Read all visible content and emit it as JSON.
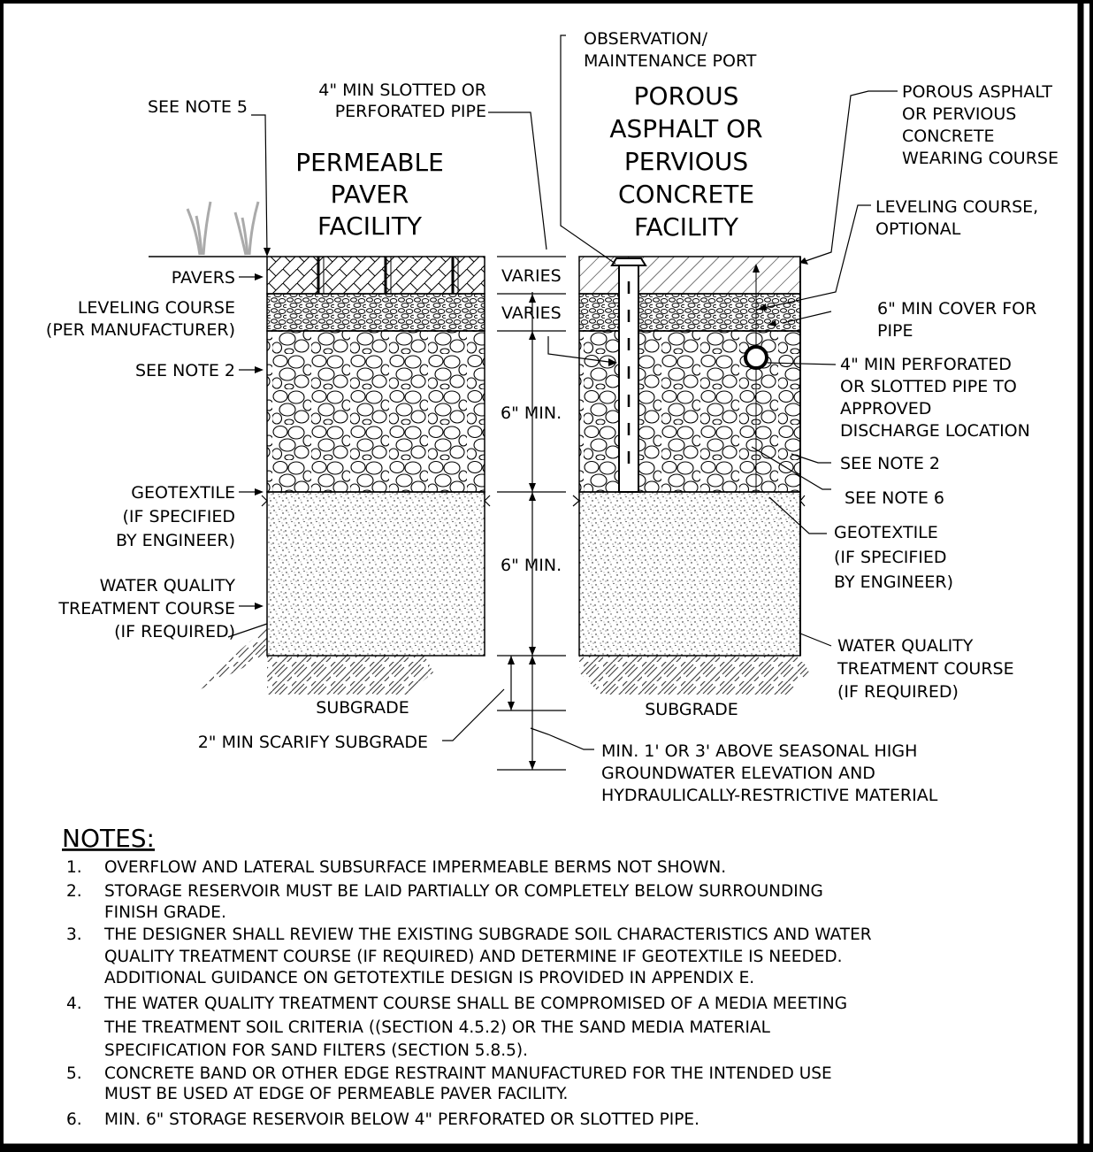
{
  "left_section": {
    "title": [
      "PERMEABLE",
      "PAVER",
      "FACILITY"
    ],
    "labels": {
      "see_note_5": "SEE NOTE 5",
      "pavers": "PAVERS",
      "leveling_course": [
        "LEVELING COURSE",
        "(PER MANUFACTURER)"
      ],
      "see_note_2": "SEE NOTE 2",
      "geotextile": [
        "GEOTEXTILE",
        "(IF SPECIFIED",
        "BY ENGINEER)"
      ],
      "wq_course": [
        "WATER QUALITY",
        "TREATMENT COURSE",
        "(IF REQUIRED)"
      ],
      "subgrade": "SUBGRADE"
    }
  },
  "center_dims": {
    "pipe_label": [
      "4\" MIN SLOTTED OR",
      "PERFORATED PIPE"
    ],
    "varies_1": "VARIES",
    "varies_2": "VARIES",
    "min_6_a": "6\" MIN.",
    "min_6_b": "6\" MIN.",
    "scarify": "2\" MIN SCARIFY SUBGRADE",
    "groundwater": [
      "MIN. 1' OR 3' ABOVE SEASONAL HIGH",
      "GROUNDWATER ELEVATION AND",
      "HYDRAULICALLY-RESTRICTIVE MATERIAL"
    ]
  },
  "right_section": {
    "title": [
      "POROUS",
      "ASPHALT OR",
      "PERVIOUS",
      "CONCRETE",
      "FACILITY"
    ],
    "labels": {
      "obs_port": [
        "OBSERVATION/",
        "MAINTENANCE PORT"
      ],
      "wearing_course": [
        "POROUS ASPHALT",
        "OR PERVIOUS",
        "CONCRETE",
        "WEARING COURSE"
      ],
      "leveling_optional": [
        "LEVELING COURSE,",
        "OPTIONAL"
      ],
      "cover_pipe": [
        "6\" MIN COVER FOR",
        "PIPE"
      ],
      "perf_pipe": [
        "4\" MIN PERFORATED",
        "OR SLOTTED PIPE TO",
        "APPROVED",
        "DISCHARGE LOCATION"
      ],
      "see_note_2": "SEE NOTE 2",
      "see_note_6": "SEE NOTE 6",
      "geotextile": [
        "GEOTEXTILE",
        "(IF SPECIFIED",
        "BY ENGINEER)"
      ],
      "wq_course": [
        "WATER QUALITY",
        "TREATMENT COURSE",
        "(IF REQUIRED)"
      ],
      "subgrade": "SUBGRADE"
    }
  },
  "notes": {
    "title": "NOTES:",
    "items": [
      {
        "num": "1.",
        "lines": [
          "OVERFLOW AND LATERAL SUBSURFACE IMPERMEABLE BERMS NOT SHOWN."
        ]
      },
      {
        "num": "2.",
        "lines": [
          "STORAGE RESERVOIR MUST BE LAID PARTIALLY OR COMPLETELY BELOW SURROUNDING",
          "FINISH GRADE."
        ]
      },
      {
        "num": "3.",
        "lines": [
          "THE DESIGNER SHALL REVIEW THE EXISTING SUBGRADE SOIL CHARACTERISTICS AND WATER",
          "QUALITY TREATMENT COURSE (IF REQUIRED) AND DETERMINE IF GEOTEXTILE IS NEEDED.",
          "ADDITIONAL GUIDANCE ON GETOTEXTILE DESIGN IS PROVIDED IN APPENDIX E."
        ]
      },
      {
        "num": "4.",
        "lines": [
          "THE WATER QUALITY TREATMENT COURSE SHALL BE COMPROMISED OF A MEDIA MEETING",
          "THE TREATMENT SOIL CRITERIA ((SECTION 4.5.2) OR THE SAND MEDIA MATERIAL",
          "SPECIFICATION FOR SAND FILTERS (SECTION 5.8.5)."
        ]
      },
      {
        "num": "5.",
        "lines": [
          "CONCRETE BAND OR OTHER EDGE RESTRAINT MANUFACTURED FOR THE INTENDED USE",
          "MUST BE USED AT EDGE OF PERMEABLE PAVER FACILITY."
        ]
      },
      {
        "num": "6.",
        "lines": [
          "MIN. 6\" STORAGE RESERVOIR BELOW 4\" PERFORATED OR SLOTTED PIPE."
        ]
      }
    ]
  }
}
